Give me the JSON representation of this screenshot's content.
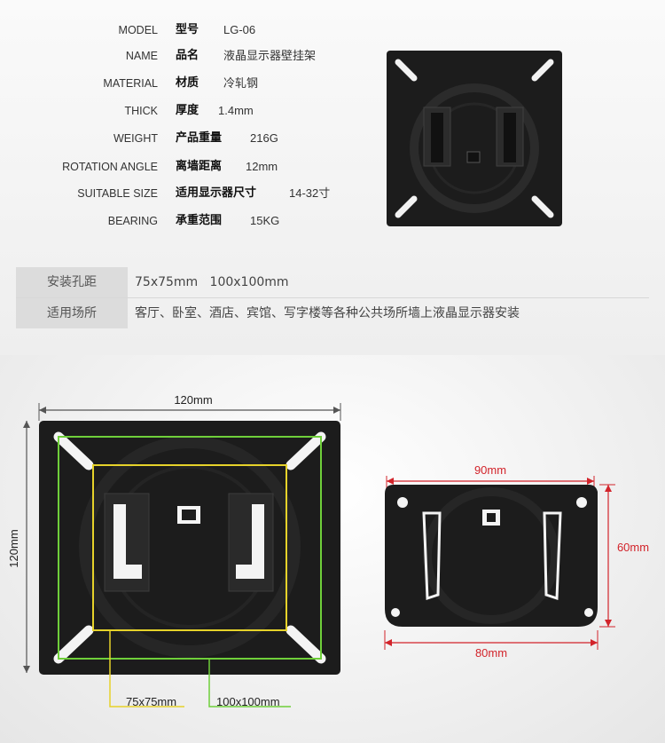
{
  "specs": [
    {
      "en": "MODEL",
      "zh": "型号",
      "value": "LG-06"
    },
    {
      "en": "NAME",
      "zh": "品名",
      "value": "液晶显示器壁挂架"
    },
    {
      "en": "MATERIAL",
      "zh": "材质",
      "value": "冷轧钢"
    },
    {
      "en": "THICK",
      "zh": "厚度",
      "value": "1.4mm"
    },
    {
      "en": "WEIGHT",
      "zh": "产品重量",
      "value": "216G"
    },
    {
      "en": "ROTATION ANGLE",
      "zh": "离墙距离",
      "value": "12mm"
    },
    {
      "en": "SUITABLE SIZE",
      "zh": "适用显示器尺寸",
      "value": "14-32寸"
    },
    {
      "en": "BEARING",
      "zh": "承重范围",
      "value": "15KG"
    }
  ],
  "info_table": [
    {
      "label": "安装孔距",
      "value": "75x75mm   100x100mm"
    },
    {
      "label": "适用场所",
      "value": "客厅、卧室、酒店、宾馆、写字楼等各种公共场所墙上液晶显示器安装"
    }
  ],
  "diagram_left": {
    "width_label": "120mm",
    "height_label": "120mm",
    "vesa_small_label": "75x75mm",
    "vesa_large_label": "100x100mm"
  },
  "diagram_right": {
    "top_label": "90mm",
    "bottom_label": "80mm",
    "side_label": "60mm"
  },
  "colors": {
    "plate": "#1c1c1c",
    "dim_line": "#d2232a",
    "vesa_small": "#e6d22a",
    "vesa_large": "#6fcf3a"
  }
}
